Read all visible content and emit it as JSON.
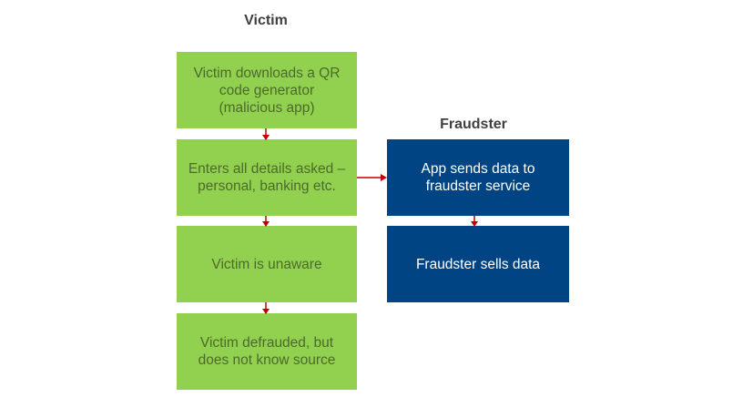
{
  "lanes": {
    "victim": {
      "title": "Victim",
      "steps": [
        "Victim downloads a QR code generator (malicious app)",
        "Enters all details asked – personal, banking etc.",
        "Victim is unaware",
        "Victim defrauded, but does not know source"
      ]
    },
    "fraudster": {
      "title": "Fraudster",
      "steps": [
        "App sends data to fraudster service",
        "Fraudster sells data"
      ]
    }
  },
  "colors": {
    "victim_box": "#92d050",
    "fraudster_box": "#004484",
    "arrow": "#c00000"
  }
}
